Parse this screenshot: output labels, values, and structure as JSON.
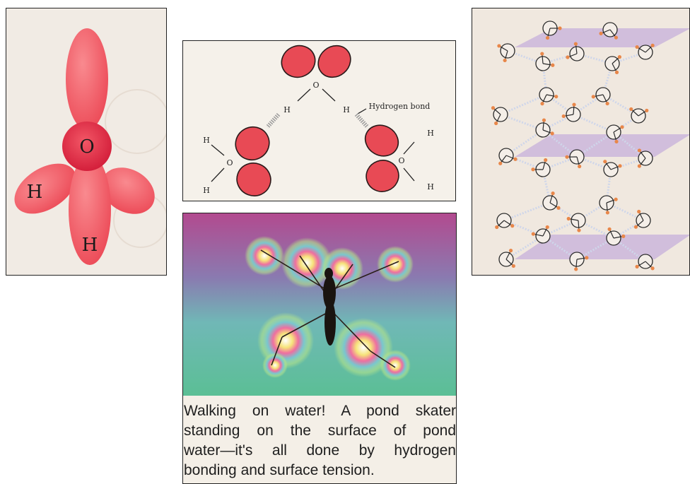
{
  "molecule": {
    "oxygen_label": "O",
    "hydrogen_left_label": "H",
    "hydrogen_bottom_label": "H",
    "lobe_color": "#f05560",
    "oxygen_color": "#e42b45"
  },
  "hydrogen_bond_diagram": {
    "top_oxygen": "O",
    "top_left_hydrogen": "H",
    "top_right_hydrogen": "H",
    "left_oxygen": "O",
    "left_upper_hydrogen": "H",
    "left_lower_hydrogen": "H",
    "right_oxygen": "O",
    "right_upper_hydrogen": "H",
    "right_lower_hydrogen": "H",
    "bond_label": "Hydrogen bond",
    "lobe_color": "#e84a55"
  },
  "skater": {
    "caption_lines": [
      "Walking on water! A pond skater",
      "standing on the surface of pond",
      "water—it's all done by hydrogen",
      "bonding and surface tension."
    ]
  },
  "ice_lattice": {
    "plane_color": "#b89ad8",
    "hydrogen_color": "#e8874a"
  }
}
